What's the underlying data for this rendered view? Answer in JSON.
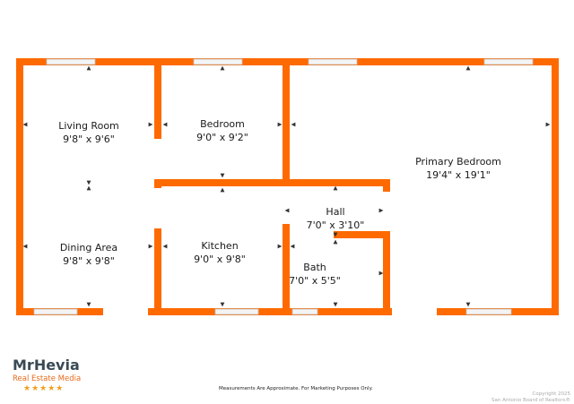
{
  "colors": {
    "wall": "#ff6a00",
    "window": "#f4f4f4",
    "window_stroke": "#bdbdbd",
    "marker": "#333333"
  },
  "rooms": [
    {
      "name": "Living Room",
      "dims": "9'8\" x 9'6\""
    },
    {
      "name": "Bedroom",
      "dims": "9'0\" x 9'2\""
    },
    {
      "name": "Primary Bedroom",
      "dims": "19'4\" x 19'1\""
    },
    {
      "name": "Hall",
      "dims": "7'0\" x 3'10\""
    },
    {
      "name": "Dining Area",
      "dims": "9'8\" x 9'8\""
    },
    {
      "name": "Kitchen",
      "dims": "9'0\" x 9'8\""
    },
    {
      "name": "Bath",
      "dims": "7'0\" x 5'5\""
    }
  ],
  "logo": {
    "line1": "MrHevia",
    "line2": "Real Estate Media",
    "stars": "★★★★★"
  },
  "disclaimer": "Measurements Are Approximate. For Marketing Purposes Only.",
  "copyright": {
    "line1": "Copyright 2025",
    "line2": "San Antonio Board of Realtors®"
  }
}
